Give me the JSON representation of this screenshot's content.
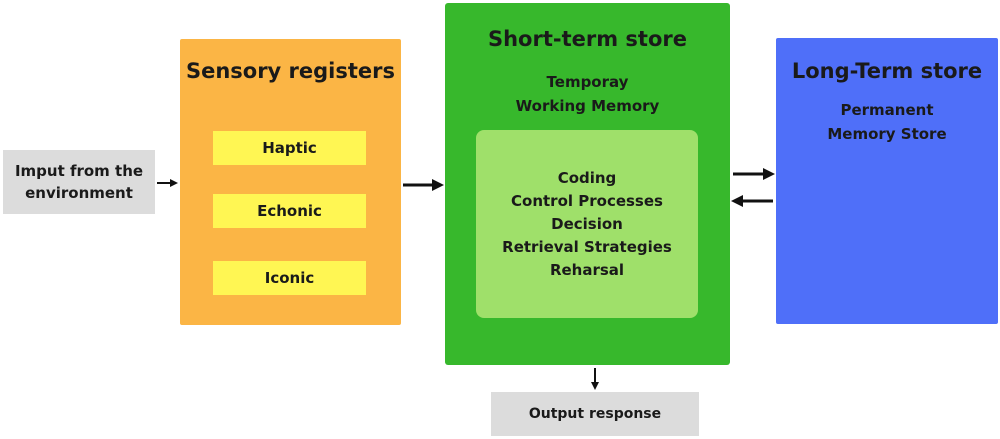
{
  "input": {
    "label": "Imput from the environment"
  },
  "sensory": {
    "title": "Sensory registers",
    "items": [
      {
        "label": "Haptic"
      },
      {
        "label": "Echonic"
      },
      {
        "label": "Iconic"
      }
    ]
  },
  "short_term": {
    "title": "Short-term store",
    "subtitle_line1": "Temporay",
    "subtitle_line2": "Working Memory",
    "processes": [
      {
        "label": "Coding"
      },
      {
        "label": "Control Processes"
      },
      {
        "label": "Decision"
      },
      {
        "label": "Retrieval Strategies"
      },
      {
        "label": "Reharsal"
      }
    ]
  },
  "long_term": {
    "title": "Long-Term store",
    "subtitle_line1": "Permanent",
    "subtitle_line2": "Memory Store"
  },
  "output": {
    "label": "Output response"
  },
  "colors": {
    "sensory": "#fbb545",
    "register": "#fff653",
    "short_term": "#37b82c",
    "short_term_inner": "#9fe06a",
    "long_term": "#4f6ff9",
    "io_box": "#dcdcdc",
    "arrow": "#111111"
  }
}
